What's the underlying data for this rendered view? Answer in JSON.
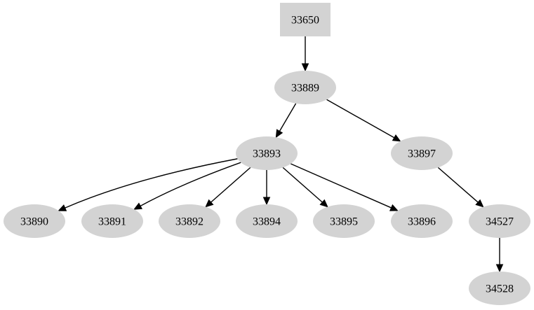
{
  "diagram": {
    "type": "directed-graph",
    "colors": {
      "background": "#ffffff",
      "node_fill": "#d3d3d3",
      "edge": "#000000",
      "text": "#000000"
    },
    "nodes": [
      {
        "id": "n33650",
        "label": "33650",
        "shape": "box"
      },
      {
        "id": "n33889",
        "label": "33889",
        "shape": "ellipse"
      },
      {
        "id": "n33893",
        "label": "33893",
        "shape": "ellipse"
      },
      {
        "id": "n33897",
        "label": "33897",
        "shape": "ellipse"
      },
      {
        "id": "n33890",
        "label": "33890",
        "shape": "ellipse"
      },
      {
        "id": "n33891",
        "label": "33891",
        "shape": "ellipse"
      },
      {
        "id": "n33892",
        "label": "33892",
        "shape": "ellipse"
      },
      {
        "id": "n33894",
        "label": "33894",
        "shape": "ellipse"
      },
      {
        "id": "n33895",
        "label": "33895",
        "shape": "ellipse"
      },
      {
        "id": "n33896",
        "label": "33896",
        "shape": "ellipse"
      },
      {
        "id": "n34527",
        "label": "34527",
        "shape": "ellipse"
      },
      {
        "id": "n34528",
        "label": "34528",
        "shape": "ellipse"
      }
    ],
    "edges": [
      {
        "from": "n33650",
        "to": "n33889"
      },
      {
        "from": "n33889",
        "to": "n33893"
      },
      {
        "from": "n33889",
        "to": "n33897"
      },
      {
        "from": "n33893",
        "to": "n33890"
      },
      {
        "from": "n33893",
        "to": "n33891"
      },
      {
        "from": "n33893",
        "to": "n33892"
      },
      {
        "from": "n33893",
        "to": "n33894"
      },
      {
        "from": "n33893",
        "to": "n33895"
      },
      {
        "from": "n33893",
        "to": "n33896"
      },
      {
        "from": "n33897",
        "to": "n34527"
      },
      {
        "from": "n34527",
        "to": "n34528"
      }
    ]
  }
}
